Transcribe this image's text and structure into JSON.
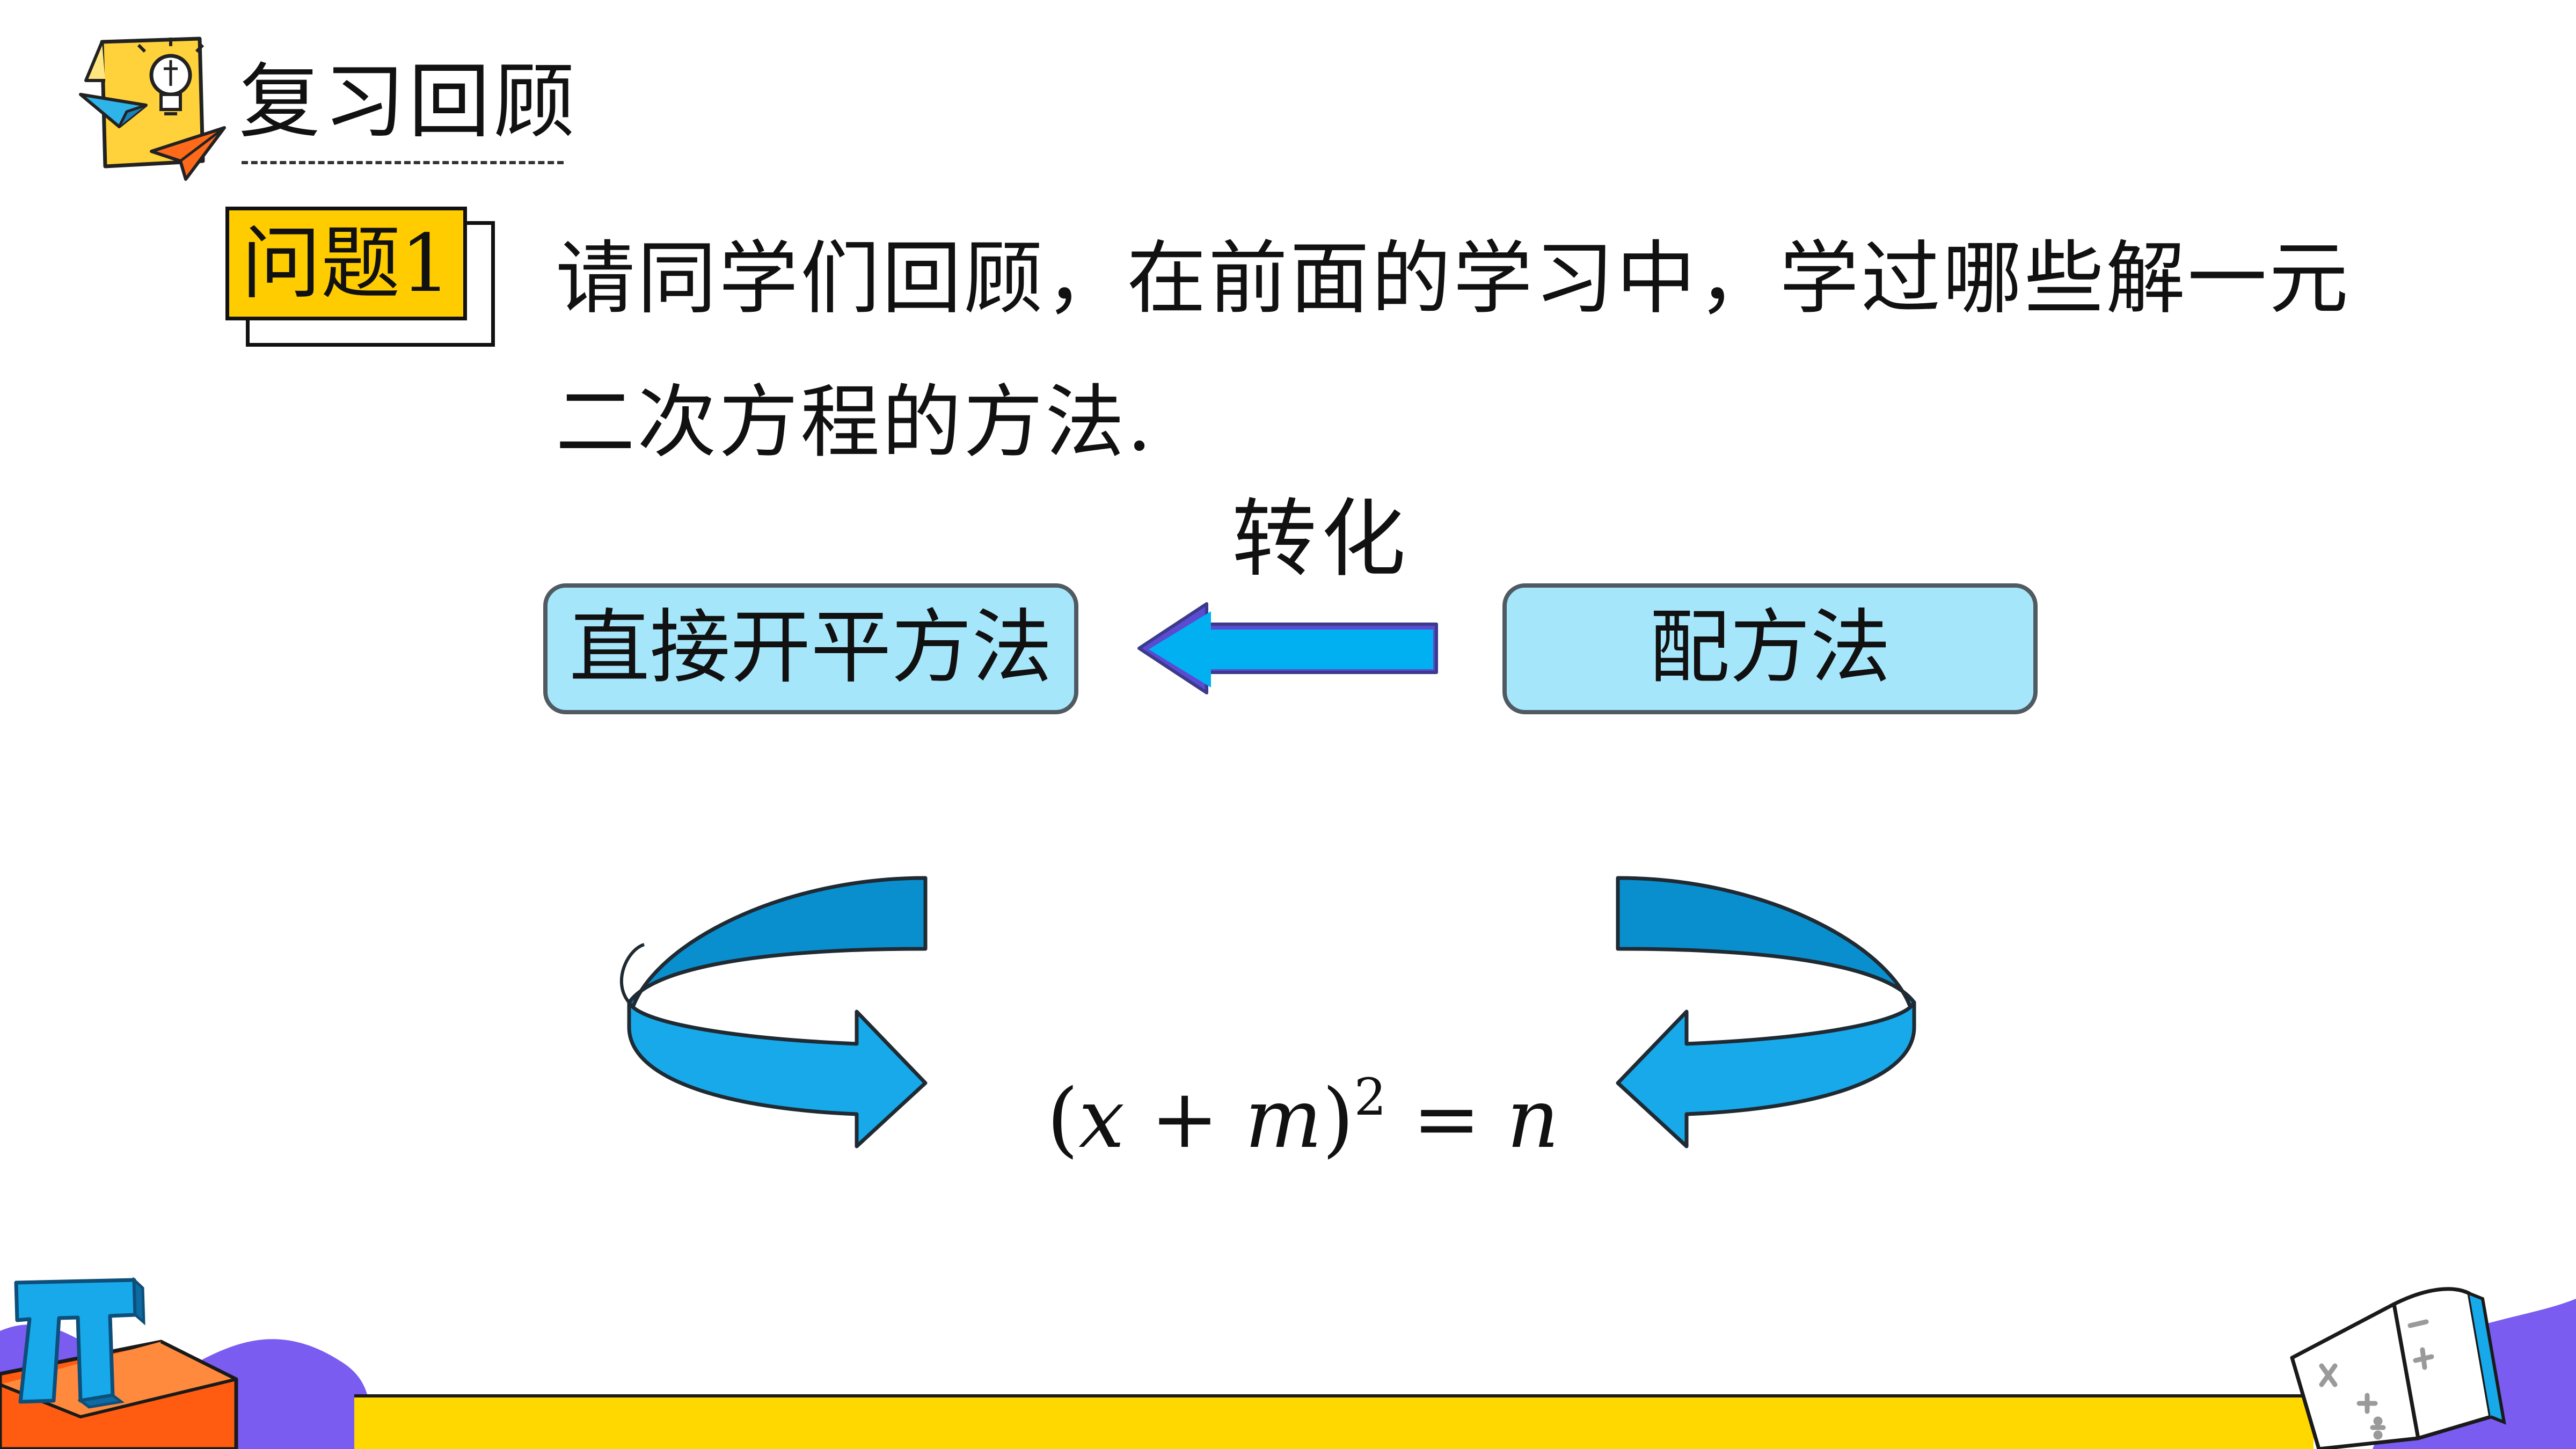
{
  "slide": {
    "section_title": "复习回顾",
    "question_label": "问题1",
    "question_text": "请同学们回顾，在前面的学习中，学过哪些解一元二次方程的方法.",
    "arrow_label": "转化",
    "method_left": "直接开平方法",
    "method_right": "配方法",
    "formula": {
      "open": "(",
      "x": "x",
      "plus": " + ",
      "m": "m",
      "close": ")",
      "exponent": "2",
      "equals": " = ",
      "n": "n"
    },
    "math_symbol": "π"
  },
  "colors": {
    "title_box": "#ffcc00",
    "method_fill": "#a6e6fb",
    "arrow_fill": "#00b0f0",
    "curve_fill": "#0a8fce",
    "footer_band": "#ffd800",
    "purple_accent": "#7b5cf0",
    "orange_accent": "#ff6a1a"
  }
}
